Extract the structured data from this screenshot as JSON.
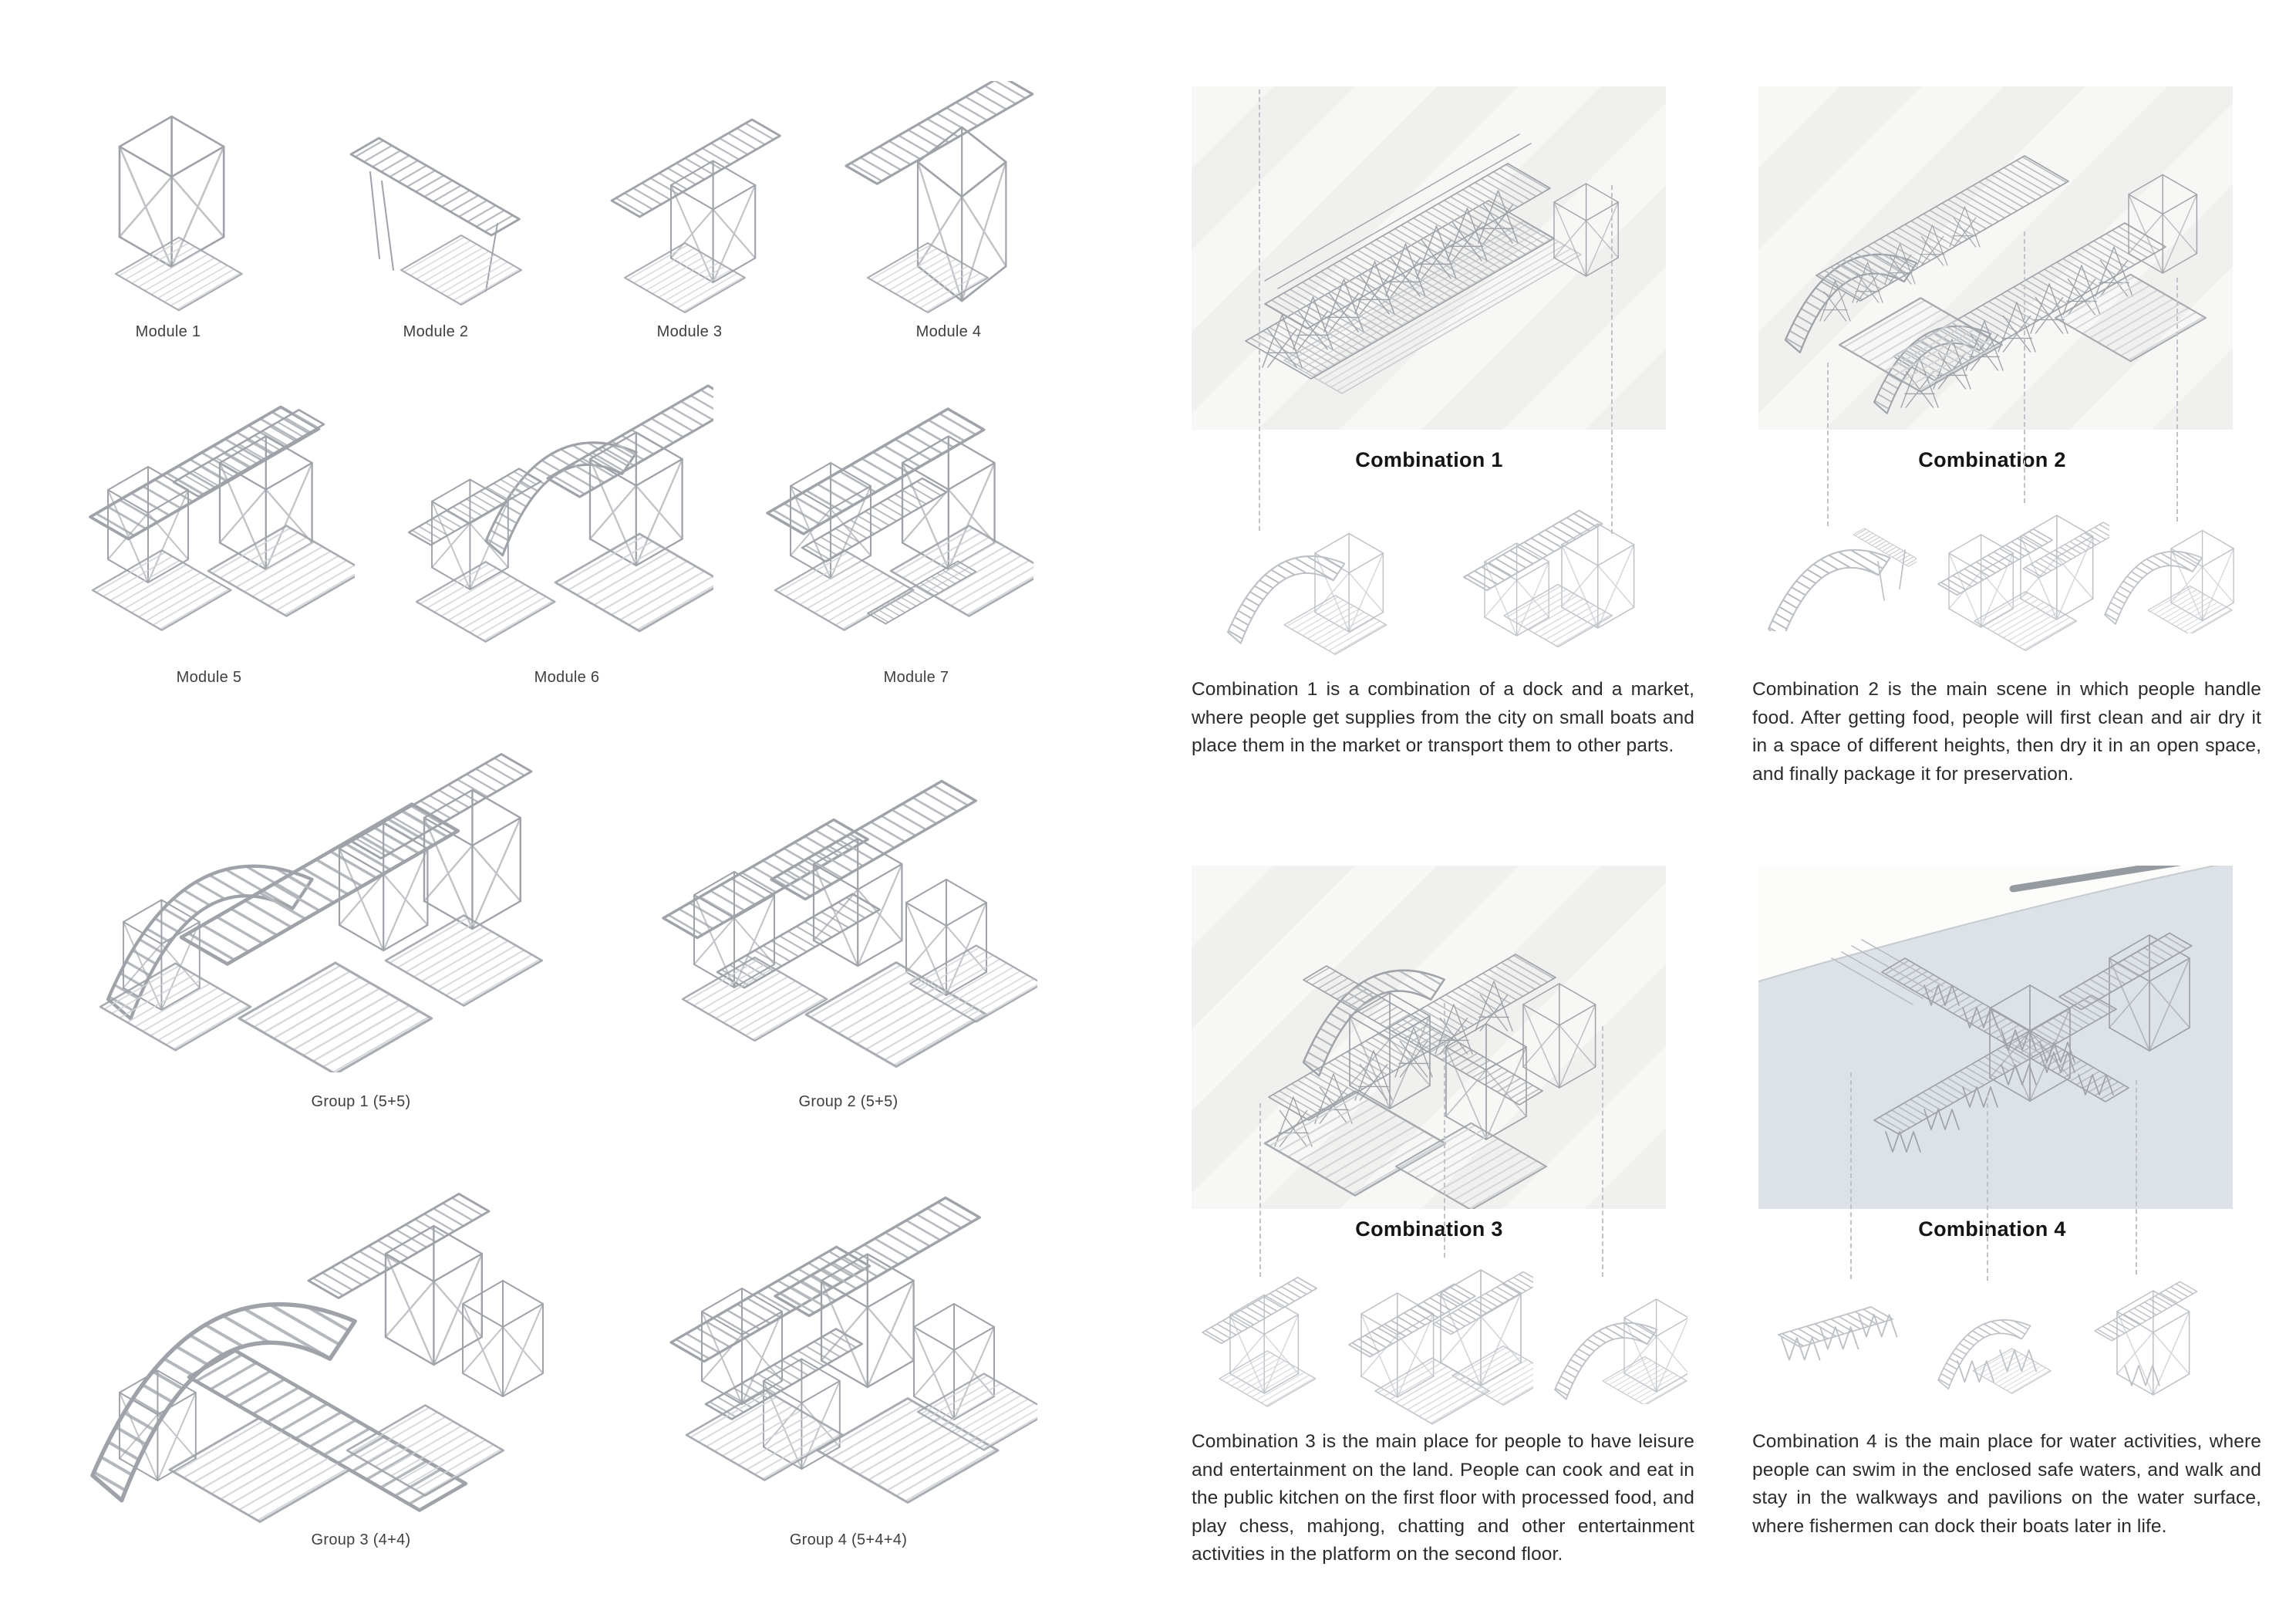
{
  "left_panel": {
    "modules": [
      {
        "label": "Module 1"
      },
      {
        "label": "Module 2"
      },
      {
        "label": "Module 3"
      },
      {
        "label": "Module 4"
      },
      {
        "label": "Module 5"
      },
      {
        "label": "Module 6"
      },
      {
        "label": "Module 7"
      }
    ],
    "groups": [
      {
        "label": "Group 1 (5+5)"
      },
      {
        "label": "Group 2 (5+5)"
      },
      {
        "label": "Group 3 (4+4)"
      },
      {
        "label": "Group 4 (5+4+4)"
      }
    ]
  },
  "right_panel": {
    "combinations": [
      {
        "title": "Combination 1",
        "description": "Combination 1 is a combination of a dock and a market, where people get supplies from the city on small boats and place them in the market or transport them to other parts."
      },
      {
        "title": "Combination 2",
        "description": "Combination 2 is the main scene in which people handle food. After getting food, people will first clean and air dry it in a space of different heights, then dry it in an open space, and finally package it for preservation."
      },
      {
        "title": "Combination 3",
        "description": "Combination 3 is the main place for people to have leisure and entertainment on the land. People can cook and eat in the public kitchen on the first floor with processed food, and play chess, mahjong, chatting and other entertainment activities in the platform on the second floor."
      },
      {
        "title": "Combination 4",
        "description": "Combination 4 is the main place for water activities, where people can swim in the enclosed safe waters, and walk and stay in the walkways and pavilions on the water surface, where fishermen can dock their boats later in life."
      }
    ]
  },
  "colors": {
    "structure": "#9fa3a9",
    "structure_faded": "#bdc1c6",
    "hatch": "#b4b8bd",
    "hatch_light": "#cfd2d6",
    "panel_stripe_base": "#f0f0ee",
    "panel_stripe": "#f7f7f5",
    "water": "#dce2e8",
    "shore": "#fcfcfb",
    "shore_edge": "#959ba1",
    "text": "#2b2b2b",
    "caption": "#3f3f3f",
    "leader": "#bfc3c7"
  }
}
